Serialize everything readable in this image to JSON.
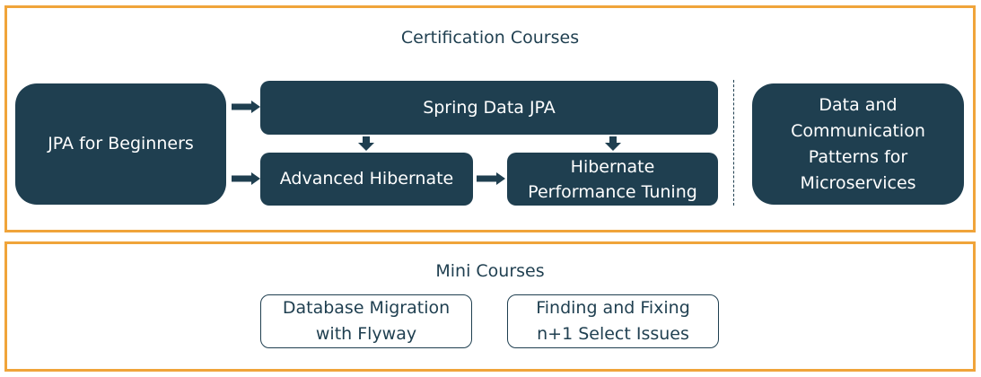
{
  "certification": {
    "title": "Certification Courses",
    "jpa_for_beginners": "JPA for Beginners",
    "spring_data_jpa": "Spring Data JPA",
    "advanced_hibernate": "Advanced Hibernate",
    "hibernate_performance_tuning": {
      "line1": "Hibernate",
      "line2": "Performance Tuning"
    },
    "data_communication_patterns": {
      "line1": "Data and",
      "line2": "Communication",
      "line3": "Patterns for",
      "line4": "Microservices"
    }
  },
  "mini": {
    "title": "Mini Courses",
    "database_migration": {
      "line1": "Database Migration",
      "line2": "with Flyway"
    },
    "finding_fixing": {
      "line1": "Finding and Fixing",
      "line2": "n+1 Select Issues"
    }
  },
  "colors": {
    "section_border": "#f0a43a",
    "box_fill": "#1f3f50",
    "box_text": "#ffffff",
    "text": "#1f3f50"
  },
  "icons": {
    "arrow_right": "arrow-right-icon",
    "arrow_down": "arrow-down-icon"
  }
}
